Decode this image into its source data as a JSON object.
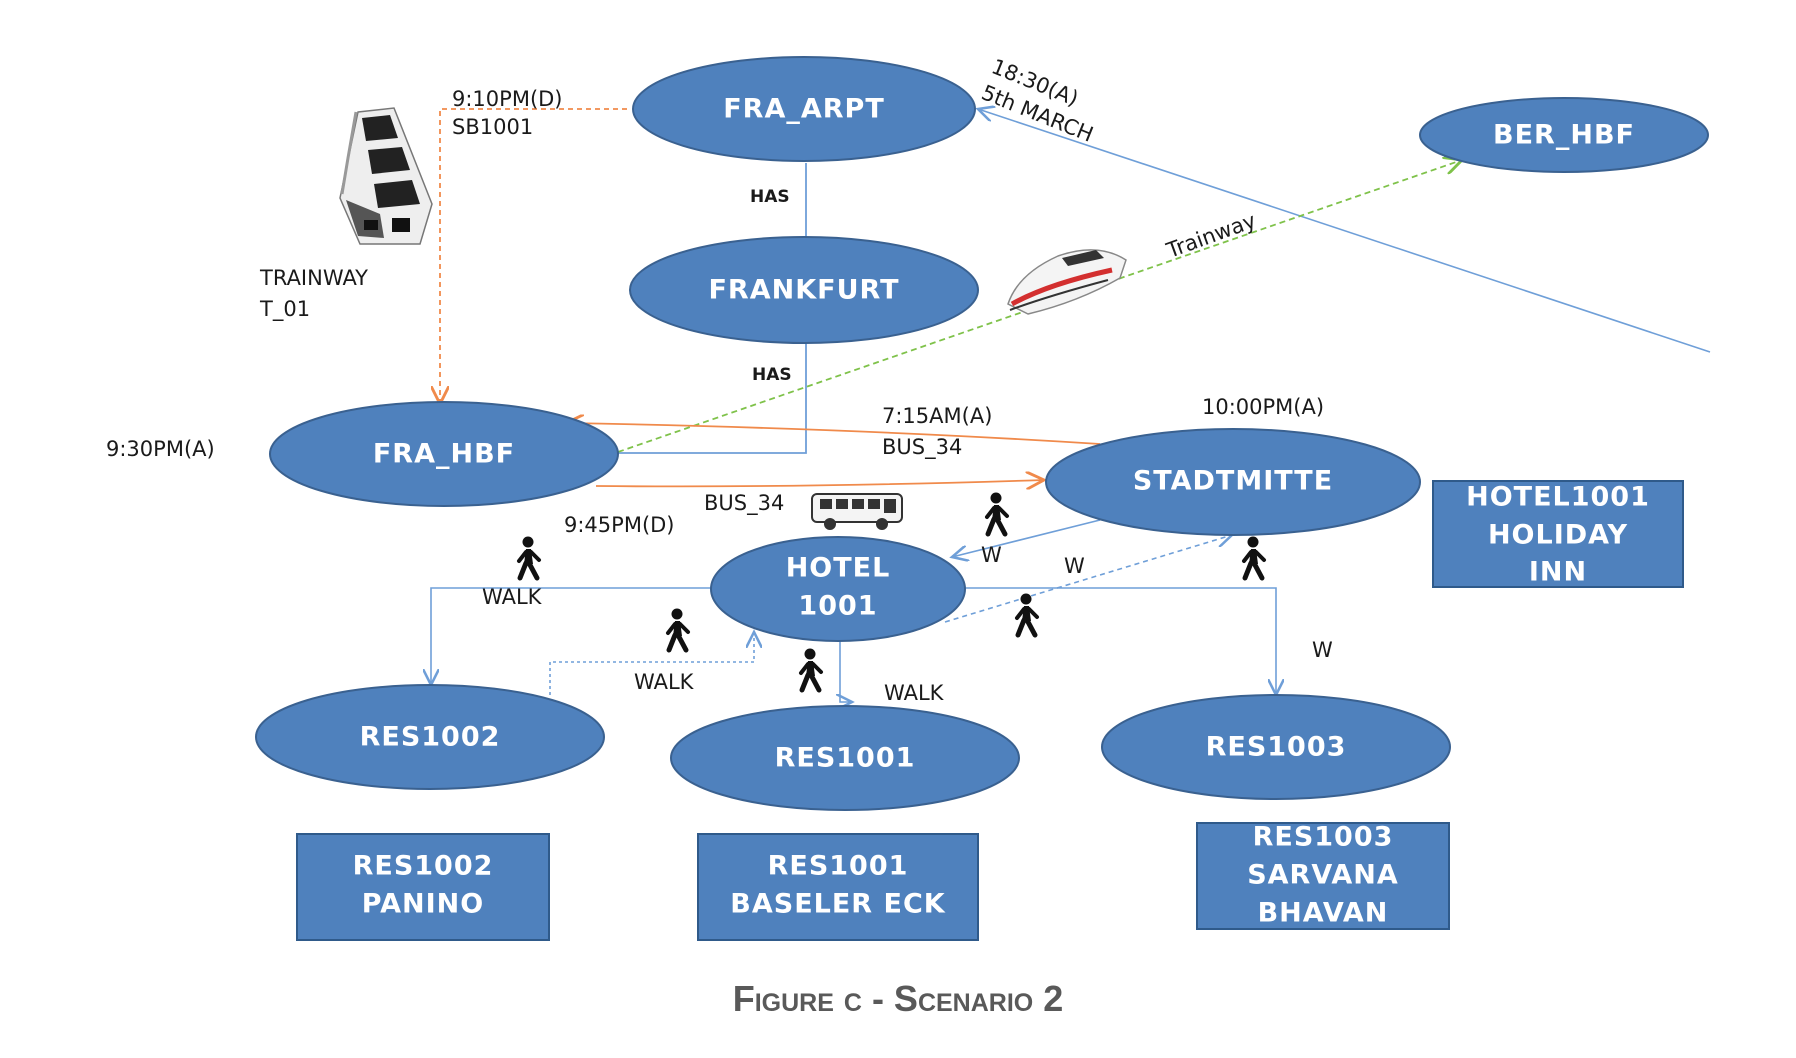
{
  "nodes": {
    "fra_arpt": "FRA_ARPT",
    "ber_hbf": "BER_HBF",
    "frankfurt": "FRANKFURT",
    "fra_hbf": "FRA_HBF",
    "stadtmitte": "STADTMITTE",
    "hotel_line1": "HOTEL",
    "hotel_line2": "1001",
    "res1002": "RES1002",
    "res1001": "RES1001",
    "res1003": "RES1003"
  },
  "boxes": {
    "hotel": [
      "HOTEL1001",
      "HOLIDAY",
      "INN"
    ],
    "res1002": [
      "RES1002",
      "PANINO"
    ],
    "res1001": [
      "RES1001",
      "BASELER ECK"
    ],
    "res1003": [
      "RES1003",
      "SARVANA",
      "BHAVAN"
    ]
  },
  "labels": {
    "dep_time_sb": "9:10PM(D)",
    "sb_code": "SB1001",
    "arr_time_airport": "18:30(A)",
    "arr_date_airport": "5th MARCH",
    "has_top": "HAS",
    "has_bottom": "HAS",
    "trainway_label": "TRAINWAY",
    "trainway_code": "T_01",
    "trainway_ber": "Trainway",
    "arr_fra_hbf": "9:30PM(A)",
    "arr_bus_time": "7:15AM(A)",
    "arr_bus_code": "BUS_34",
    "arr_stadtmitte": "10:00PM(A)",
    "bus_dep_code": "BUS_34",
    "bus_dep_time": "9:45PM(D)",
    "walk_res1002": "WALK",
    "walk_from_res1002": "WALK",
    "walk_res1001": "WALK",
    "w_stadt_hotel": "W",
    "w_hotel_stadt": "W",
    "w_res1003": "W"
  },
  "caption": "Figure c - Scenario 2",
  "colors": {
    "node_fill": "#4f81bd",
    "node_stroke": "#3a6190",
    "edge_blue": "#6f9fd8",
    "edge_orange": "#f08a4b",
    "edge_green": "#7fc24a",
    "caption": "#595959"
  },
  "icons": [
    "tram-icon",
    "train-icon",
    "bus-icon",
    "walking-person-icon"
  ]
}
